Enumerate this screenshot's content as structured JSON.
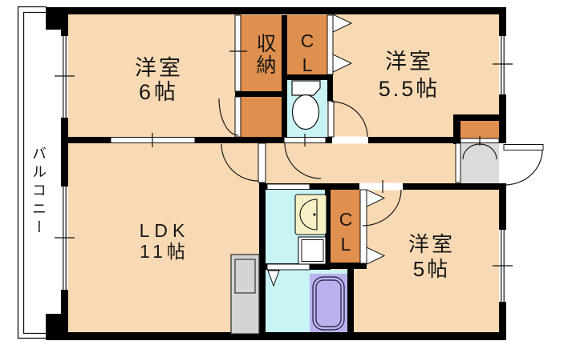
{
  "rooms": {
    "western6": {
      "name": "洋室",
      "size": "6帖"
    },
    "western55": {
      "name": "洋室",
      "size": "5.5帖"
    },
    "western5": {
      "name": "洋室",
      "size": "5帖"
    },
    "ldk": {
      "name": "LDK",
      "size": "11帖"
    },
    "storage": {
      "label": "収納"
    },
    "closet_upper": {
      "label": "CL"
    },
    "closet_lower": {
      "label": "CL"
    },
    "balcony": {
      "label": "バルコニー"
    }
  },
  "icons": {
    "toilet": "toilet-top-view",
    "washbasin": "washbasin-top-view",
    "washing_machine": "washing-machine-top-view",
    "bathtub": "bathtub-top-view",
    "refrigerator": "refrigerator-top-view",
    "front_door": "door-swing-arc",
    "closet_doors": "folding-door-triangles"
  },
  "colors": {
    "room": "#F7DAB4",
    "closet": "#E0904E",
    "water": "#C9F4F6",
    "bathtub": "#B9B2EE",
    "basin": "#F5F1C5",
    "entrance": "#DBDBDB",
    "appliance": "#D4D4D4",
    "wall": "#000000"
  }
}
